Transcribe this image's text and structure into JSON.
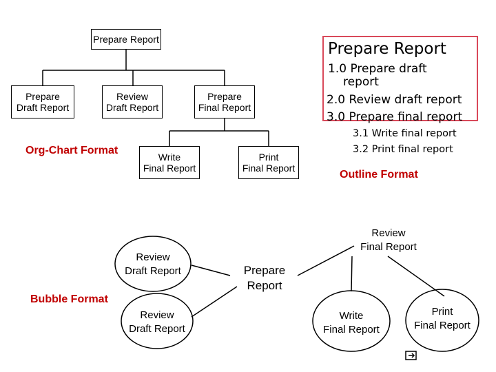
{
  "org_chart": {
    "root": "Prepare Report",
    "children": [
      "Prepare\nDraft Report",
      "Review\nDraft Report",
      "Prepare\nFinal Report"
    ],
    "grandchildren": [
      "Write\nFinal Report",
      "Print\nFinal Report"
    ],
    "format_label": "Org-Chart Format"
  },
  "outline": {
    "title": "Prepare Report",
    "item1_a": "1.0 Prepare draft",
    "item1_b": "report",
    "item2": "2.0 Review draft report",
    "item3": "3.0 Prepare final report",
    "sub1": "3.1 Write final report",
    "sub2": "3.2 Print final report",
    "format_label": "Outline Format"
  },
  "bubble": {
    "center": "Prepare\nReport",
    "review_draft_1": "Review\nDraft Report",
    "review_draft_2": "Review\nDraft Report",
    "review_final": "Review\nFinal Report",
    "write_final": "Write\nFinal Report",
    "print_final": "Print\nFinal Report",
    "format_label": "Bubble Format"
  },
  "colors": {
    "accent_red": "#c00000",
    "outline_border": "#d9495a"
  },
  "icons": {
    "nav": "slide-nav-icon"
  }
}
